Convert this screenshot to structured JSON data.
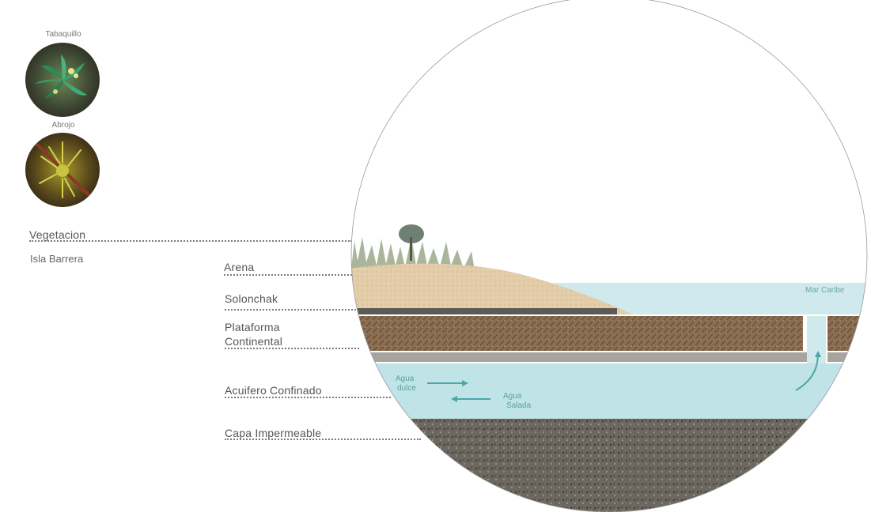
{
  "plants": [
    {
      "name": "Tabaquillo",
      "icon": "tabaquillo-plant-photo"
    },
    {
      "name": "Abrojo",
      "icon": "abrojo-plant-photo"
    }
  ],
  "labels": {
    "vegetacion": "Vegetacion",
    "isla_barrera": "Isla Barrera",
    "arena": "Arena",
    "solonchak": "Solonchak",
    "plataforma_line1": "Plataforma",
    "plataforma_line2": "Continental",
    "acuifero": "Acuifero Confinado",
    "capa": "Capa Impermeable"
  },
  "diagram": {
    "mar_caribe": "Mar Caribe",
    "agua_dulce_line1": "Agua",
    "agua_dulce_line2": "dulce",
    "agua_salada_line1": "Agua",
    "agua_salada_line2": "Salada"
  },
  "colors": {
    "sea": "#cfe9ec",
    "aquifer": "#bfe3e6",
    "arrow": "#4aa7a8",
    "sand": "#e4cfae",
    "soil": "#8a6a4c",
    "rock": "#6d6860"
  }
}
